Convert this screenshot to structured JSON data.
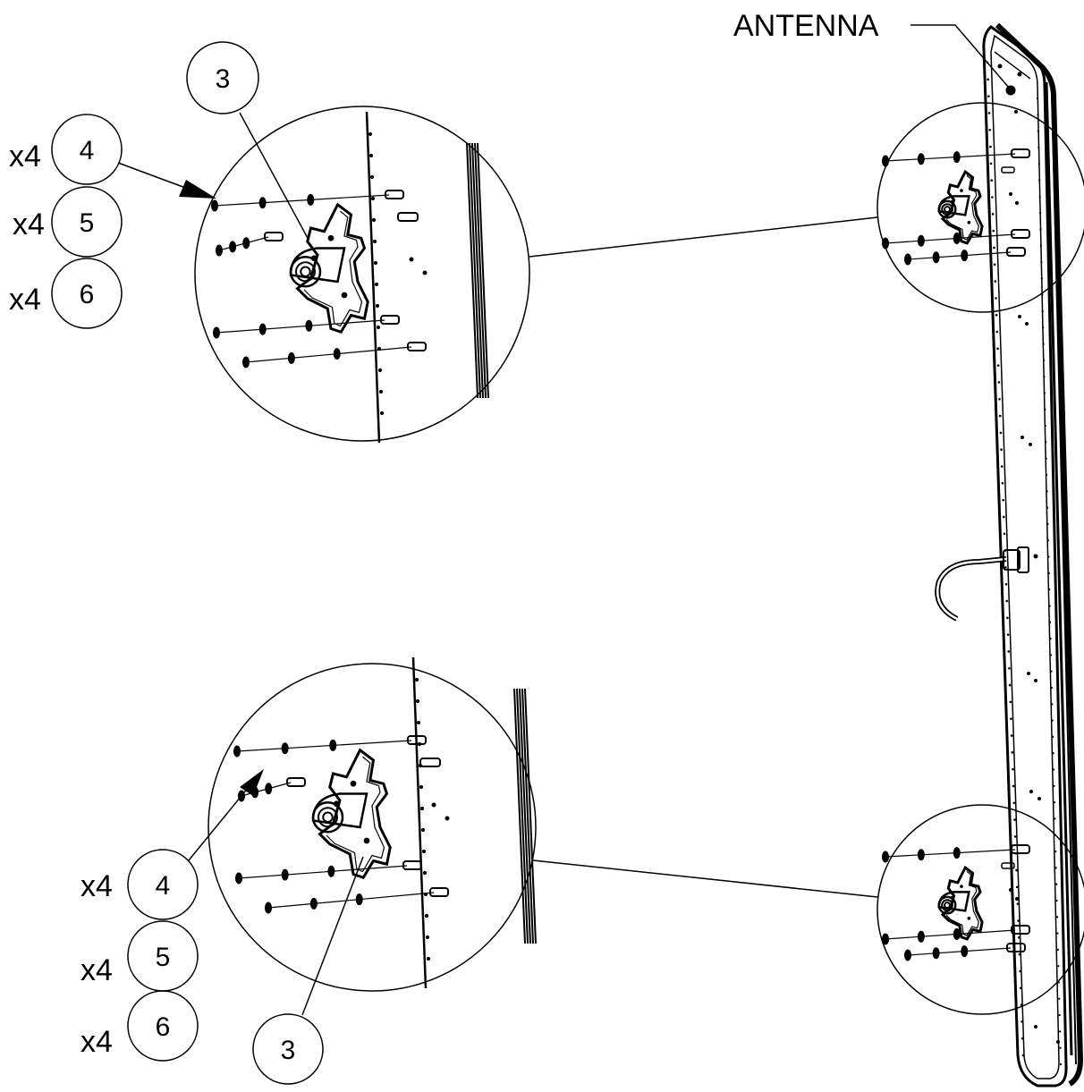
{
  "antenna_label": "ANTENNA",
  "callouts_top": {
    "item3": "3",
    "qty4": "x4",
    "item4": "4",
    "qty5": "x4",
    "item5": "5",
    "qty6": "x4",
    "item6": "6"
  },
  "callouts_bottom": {
    "item3": "3",
    "qty4": "x4",
    "item4": "4",
    "qty5": "x4",
    "item5": "5",
    "qty6": "x4",
    "item6": "6"
  }
}
